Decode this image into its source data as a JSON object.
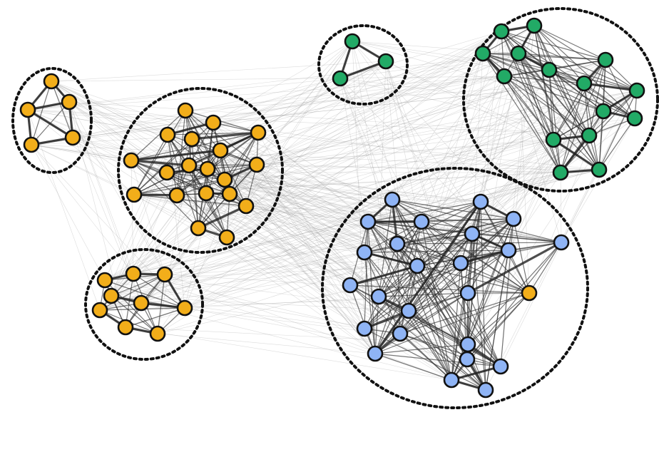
{
  "colors": {
    "orange": "#f2ae1a",
    "green": "#22aa66",
    "blue": "#8fb4f5",
    "node_outline": "#111111",
    "community_outline": "#111111",
    "edge": "#555555"
  },
  "communities": [
    {
      "id": "c1",
      "nodes": [
        "o1",
        "o2",
        "o3",
        "o4",
        "o5"
      ]
    },
    {
      "id": "c2",
      "nodes": [
        "o6",
        "o7",
        "o8",
        "o9",
        "o10",
        "o11",
        "o12",
        "o13",
        "o14",
        "o15",
        "o16",
        "o17",
        "o18",
        "o19",
        "o20",
        "o21",
        "o22",
        "o23",
        "o24"
      ]
    },
    {
      "id": "c3",
      "nodes": [
        "o25",
        "o26",
        "o27",
        "o28",
        "o29",
        "o30",
        "o31",
        "o32",
        "o33"
      ]
    },
    {
      "id": "c4",
      "nodes": [
        "g1",
        "g2",
        "g3"
      ]
    },
    {
      "id": "c5",
      "nodes": [
        "g4",
        "g5",
        "g6",
        "g7",
        "g8",
        "g9",
        "g10",
        "g11",
        "g12",
        "g13",
        "g14",
        "g15",
        "g16",
        "g17",
        "g18"
      ]
    },
    {
      "id": "c6",
      "nodes": [
        "b1",
        "b2",
        "b3",
        "b4",
        "b5",
        "b6",
        "b7",
        "b8",
        "b9",
        "b10",
        "b11",
        "b12",
        "b13",
        "b14",
        "b15",
        "b16",
        "b17",
        "b18",
        "b19",
        "b20",
        "b21",
        "b22",
        "b23",
        "b24",
        "o34"
      ]
    }
  ],
  "nodes": [
    {
      "id": "o1",
      "color": "orange"
    },
    {
      "id": "o2",
      "color": "orange"
    },
    {
      "id": "o3",
      "color": "orange"
    },
    {
      "id": "o4",
      "color": "orange"
    },
    {
      "id": "o5",
      "color": "orange"
    },
    {
      "id": "o6",
      "color": "orange"
    },
    {
      "id": "o7",
      "color": "orange"
    },
    {
      "id": "o8",
      "color": "orange"
    },
    {
      "id": "o9",
      "color": "orange"
    },
    {
      "id": "o10",
      "color": "orange"
    },
    {
      "id": "o11",
      "color": "orange"
    },
    {
      "id": "o12",
      "color": "orange"
    },
    {
      "id": "o13",
      "color": "orange"
    },
    {
      "id": "o14",
      "color": "orange"
    },
    {
      "id": "o15",
      "color": "orange"
    },
    {
      "id": "o16",
      "color": "orange"
    },
    {
      "id": "o17",
      "color": "orange"
    },
    {
      "id": "o18",
      "color": "orange"
    },
    {
      "id": "o19",
      "color": "orange"
    },
    {
      "id": "o20",
      "color": "orange"
    },
    {
      "id": "o21",
      "color": "orange"
    },
    {
      "id": "o22",
      "color": "orange"
    },
    {
      "id": "o23",
      "color": "orange"
    },
    {
      "id": "o24",
      "color": "orange"
    },
    {
      "id": "o25",
      "color": "orange"
    },
    {
      "id": "o26",
      "color": "orange"
    },
    {
      "id": "o27",
      "color": "orange"
    },
    {
      "id": "o28",
      "color": "orange"
    },
    {
      "id": "o29",
      "color": "orange"
    },
    {
      "id": "o30",
      "color": "orange"
    },
    {
      "id": "o31",
      "color": "orange"
    },
    {
      "id": "o32",
      "color": "orange"
    },
    {
      "id": "o33",
      "color": "orange"
    },
    {
      "id": "o34",
      "color": "orange"
    },
    {
      "id": "g1",
      "color": "green"
    },
    {
      "id": "g2",
      "color": "green"
    },
    {
      "id": "g3",
      "color": "green"
    },
    {
      "id": "g4",
      "color": "green"
    },
    {
      "id": "g5",
      "color": "green"
    },
    {
      "id": "g6",
      "color": "green"
    },
    {
      "id": "g7",
      "color": "green"
    },
    {
      "id": "g8",
      "color": "green"
    },
    {
      "id": "g9",
      "color": "green"
    },
    {
      "id": "g10",
      "color": "green"
    },
    {
      "id": "g11",
      "color": "green"
    },
    {
      "id": "g12",
      "color": "green"
    },
    {
      "id": "g13",
      "color": "green"
    },
    {
      "id": "g14",
      "color": "green"
    },
    {
      "id": "g15",
      "color": "green"
    },
    {
      "id": "g16",
      "color": "green"
    },
    {
      "id": "g17",
      "color": "green"
    },
    {
      "id": "g18",
      "color": "green"
    },
    {
      "id": "b1",
      "color": "blue"
    },
    {
      "id": "b2",
      "color": "blue"
    },
    {
      "id": "b3",
      "color": "blue"
    },
    {
      "id": "b4",
      "color": "blue"
    },
    {
      "id": "b5",
      "color": "blue"
    },
    {
      "id": "b6",
      "color": "blue"
    },
    {
      "id": "b7",
      "color": "blue"
    },
    {
      "id": "b8",
      "color": "blue"
    },
    {
      "id": "b9",
      "color": "blue"
    },
    {
      "id": "b10",
      "color": "blue"
    },
    {
      "id": "b11",
      "color": "blue"
    },
    {
      "id": "b12",
      "color": "blue"
    },
    {
      "id": "b13",
      "color": "blue"
    },
    {
      "id": "b14",
      "color": "blue"
    },
    {
      "id": "b15",
      "color": "blue"
    },
    {
      "id": "b16",
      "color": "blue"
    },
    {
      "id": "b17",
      "color": "blue"
    },
    {
      "id": "b18",
      "color": "blue"
    },
    {
      "id": "b19",
      "color": "blue"
    },
    {
      "id": "b20",
      "color": "blue"
    },
    {
      "id": "b21",
      "color": "blue"
    },
    {
      "id": "b22",
      "color": "blue"
    },
    {
      "id": "b23",
      "color": "blue"
    },
    {
      "id": "b24",
      "color": "blue"
    }
  ],
  "strong_edges": [
    [
      "o1",
      "o2"
    ],
    [
      "o1",
      "o3"
    ],
    [
      "o2",
      "o3"
    ],
    [
      "o2",
      "o4"
    ],
    [
      "o3",
      "o5"
    ],
    [
      "o4",
      "o5"
    ],
    [
      "o2",
      "o5"
    ],
    [
      "o7",
      "o8"
    ],
    [
      "o9",
      "o10"
    ],
    [
      "o11",
      "o12"
    ],
    [
      "o12",
      "o13"
    ],
    [
      "o14",
      "o15"
    ],
    [
      "o16",
      "o17"
    ],
    [
      "o18",
      "o19"
    ],
    [
      "o20",
      "o21"
    ],
    [
      "o22",
      "o23"
    ],
    [
      "o23",
      "o24"
    ],
    [
      "o10",
      "o11"
    ],
    [
      "o25",
      "o26"
    ],
    [
      "o26",
      "o27"
    ],
    [
      "o28",
      "o29"
    ],
    [
      "o30",
      "o31"
    ],
    [
      "o31",
      "o32"
    ],
    [
      "o29",
      "o33"
    ],
    [
      "o27",
      "o33"
    ],
    [
      "g1",
      "g2"
    ],
    [
      "g1",
      "g3"
    ],
    [
      "g2",
      "g3"
    ],
    [
      "g4",
      "g5"
    ],
    [
      "g4",
      "g6"
    ],
    [
      "g5",
      "g7"
    ],
    [
      "g6",
      "g8"
    ],
    [
      "g7",
      "g9"
    ],
    [
      "g10",
      "g11"
    ],
    [
      "g11",
      "g12"
    ],
    [
      "g12",
      "g13"
    ],
    [
      "g13",
      "g14"
    ],
    [
      "g15",
      "g16"
    ],
    [
      "g16",
      "g17"
    ],
    [
      "g17",
      "g18"
    ],
    [
      "g15",
      "g18"
    ],
    [
      "b1",
      "b2"
    ],
    [
      "b2",
      "b3"
    ],
    [
      "b1",
      "b4"
    ],
    [
      "b5",
      "b6"
    ],
    [
      "b6",
      "b7"
    ],
    [
      "b8",
      "b9"
    ],
    [
      "b9",
      "b10"
    ],
    [
      "b11",
      "b12"
    ],
    [
      "b12",
      "b13"
    ],
    [
      "b13",
      "b14"
    ],
    [
      "b15",
      "b16"
    ],
    [
      "b16",
      "b17"
    ],
    [
      "b18",
      "b19"
    ],
    [
      "b20",
      "b21"
    ],
    [
      "b21",
      "b22"
    ],
    [
      "b22",
      "b23"
    ],
    [
      "b20",
      "b24"
    ],
    [
      "b23",
      "b24"
    ]
  ]
}
